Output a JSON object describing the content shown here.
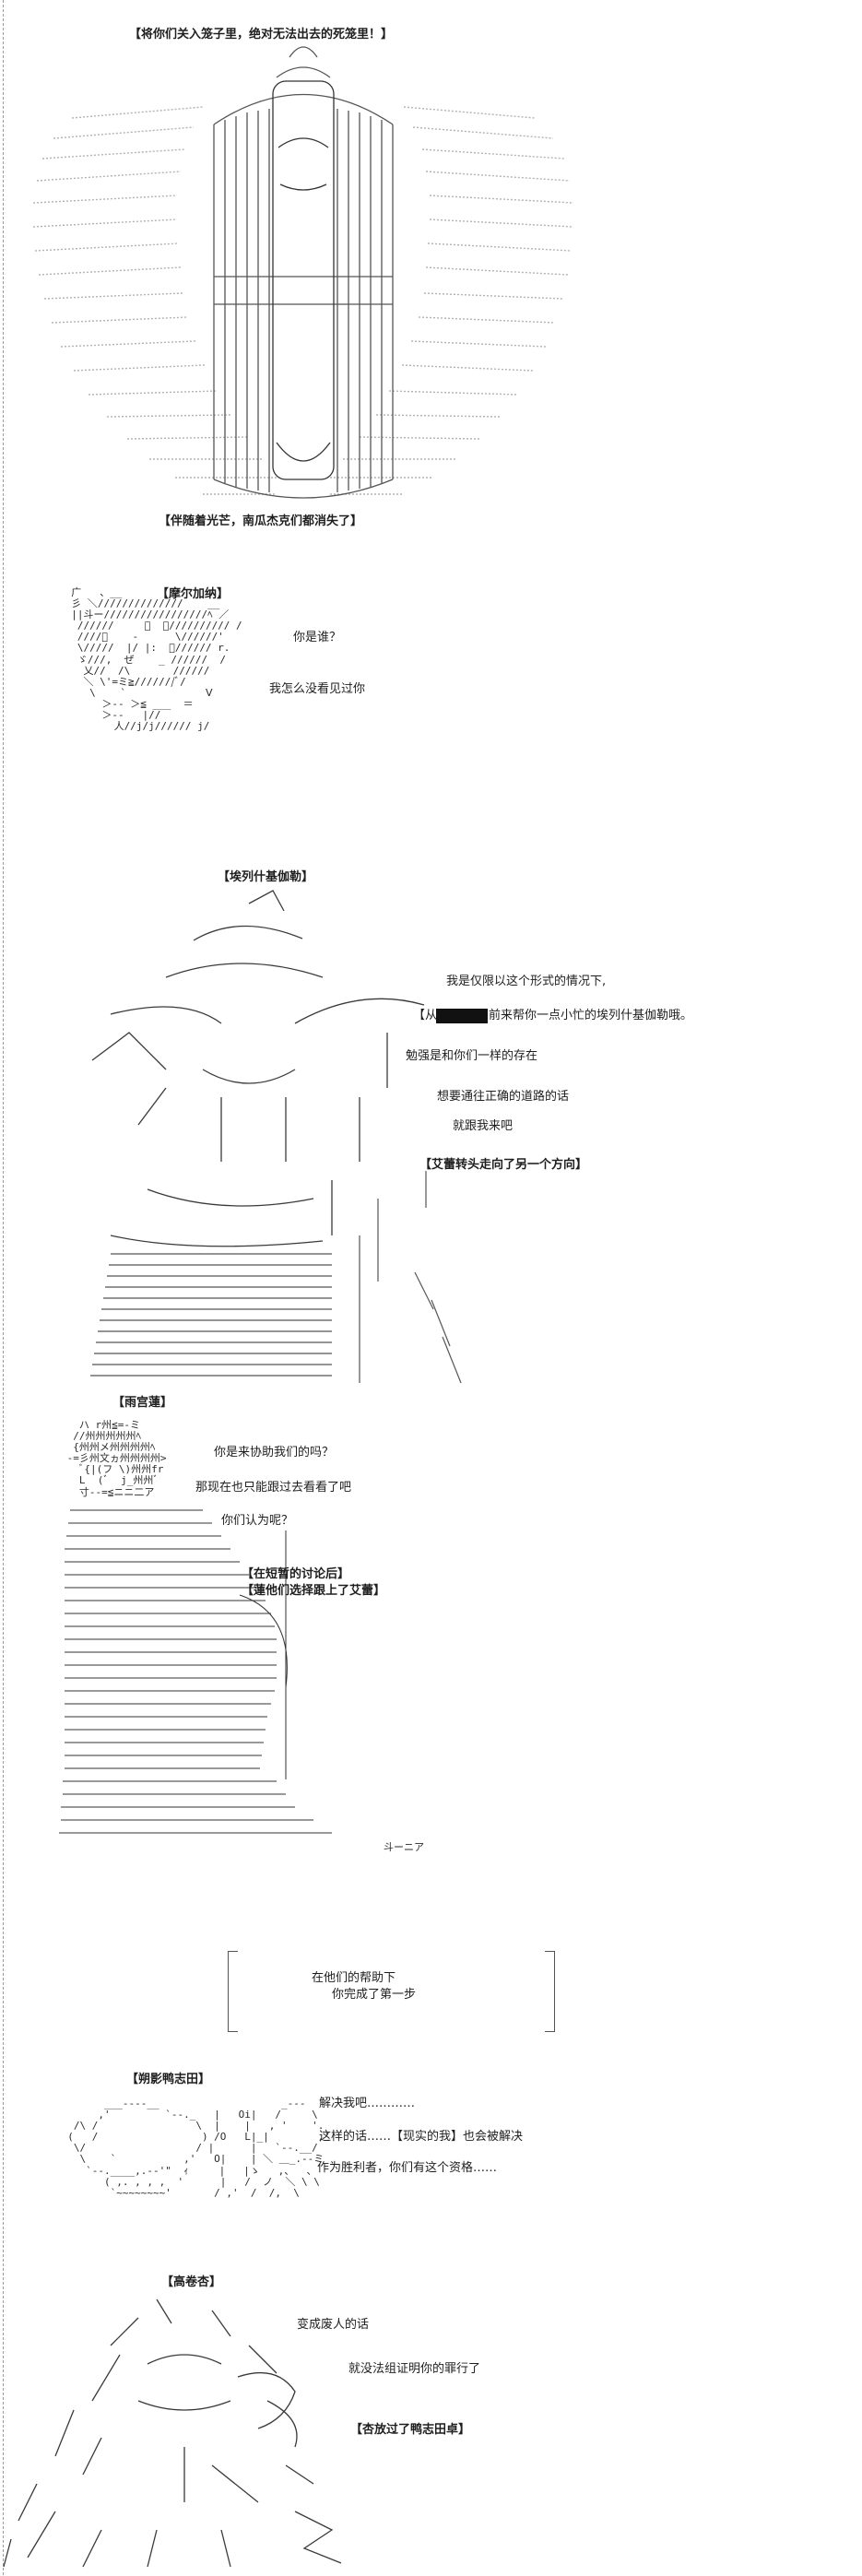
{
  "panel1": {
    "caption_top": "【将你们关入笼子里，绝对无法出去的死笼里！】",
    "caption_bottom": "【伴随着光芒，南瓜杰克们都消失了】"
  },
  "panel2": {
    "speaker": "【摩尔加纳】",
    "lines": [
      "你是谁？",
      "我怎么没看见过你"
    ]
  },
  "panel3": {
    "speaker": "【埃列什基伽勒】",
    "line1": "我是仅限以这个形式的情况下,",
    "line2_prefix": "【从",
    "line2_suffix": "前来帮你一点小忙的埃列什基伽勒哦。",
    "line3": "勉强是和你们一样的存在",
    "line4": "想要通往正确的道路的话",
    "line5": "就跟我来吧",
    "narration": "【艾蕾转头走向了另一个方向】"
  },
  "panel4": {
    "speaker": "【雨宫蓮】",
    "lines": [
      "你是来协助我们的吗？",
      "那现在也只能跟过去看看了吧",
      "你们认为呢？"
    ],
    "narration": [
      "【在短暂的讨论后】",
      "【蓮他们选择跟上了艾蕾】"
    ]
  },
  "panel5": {
    "card_lines": [
      "在他们的帮助下",
      "你完成了第一步"
    ]
  },
  "panel6": {
    "speaker": "【朔影鸭志田】",
    "lines": [
      "解决我吧…………",
      "这样的话……【现实的我】也会被解决",
      "作为胜利者，你们有这个资格……"
    ]
  },
  "panel7": {
    "speaker": "【高卷杏】",
    "lines": [
      "变成废人的话",
      "就没法组证明你的罪行了"
    ],
    "narration": "【杏放过了鸭志田卓】"
  }
}
